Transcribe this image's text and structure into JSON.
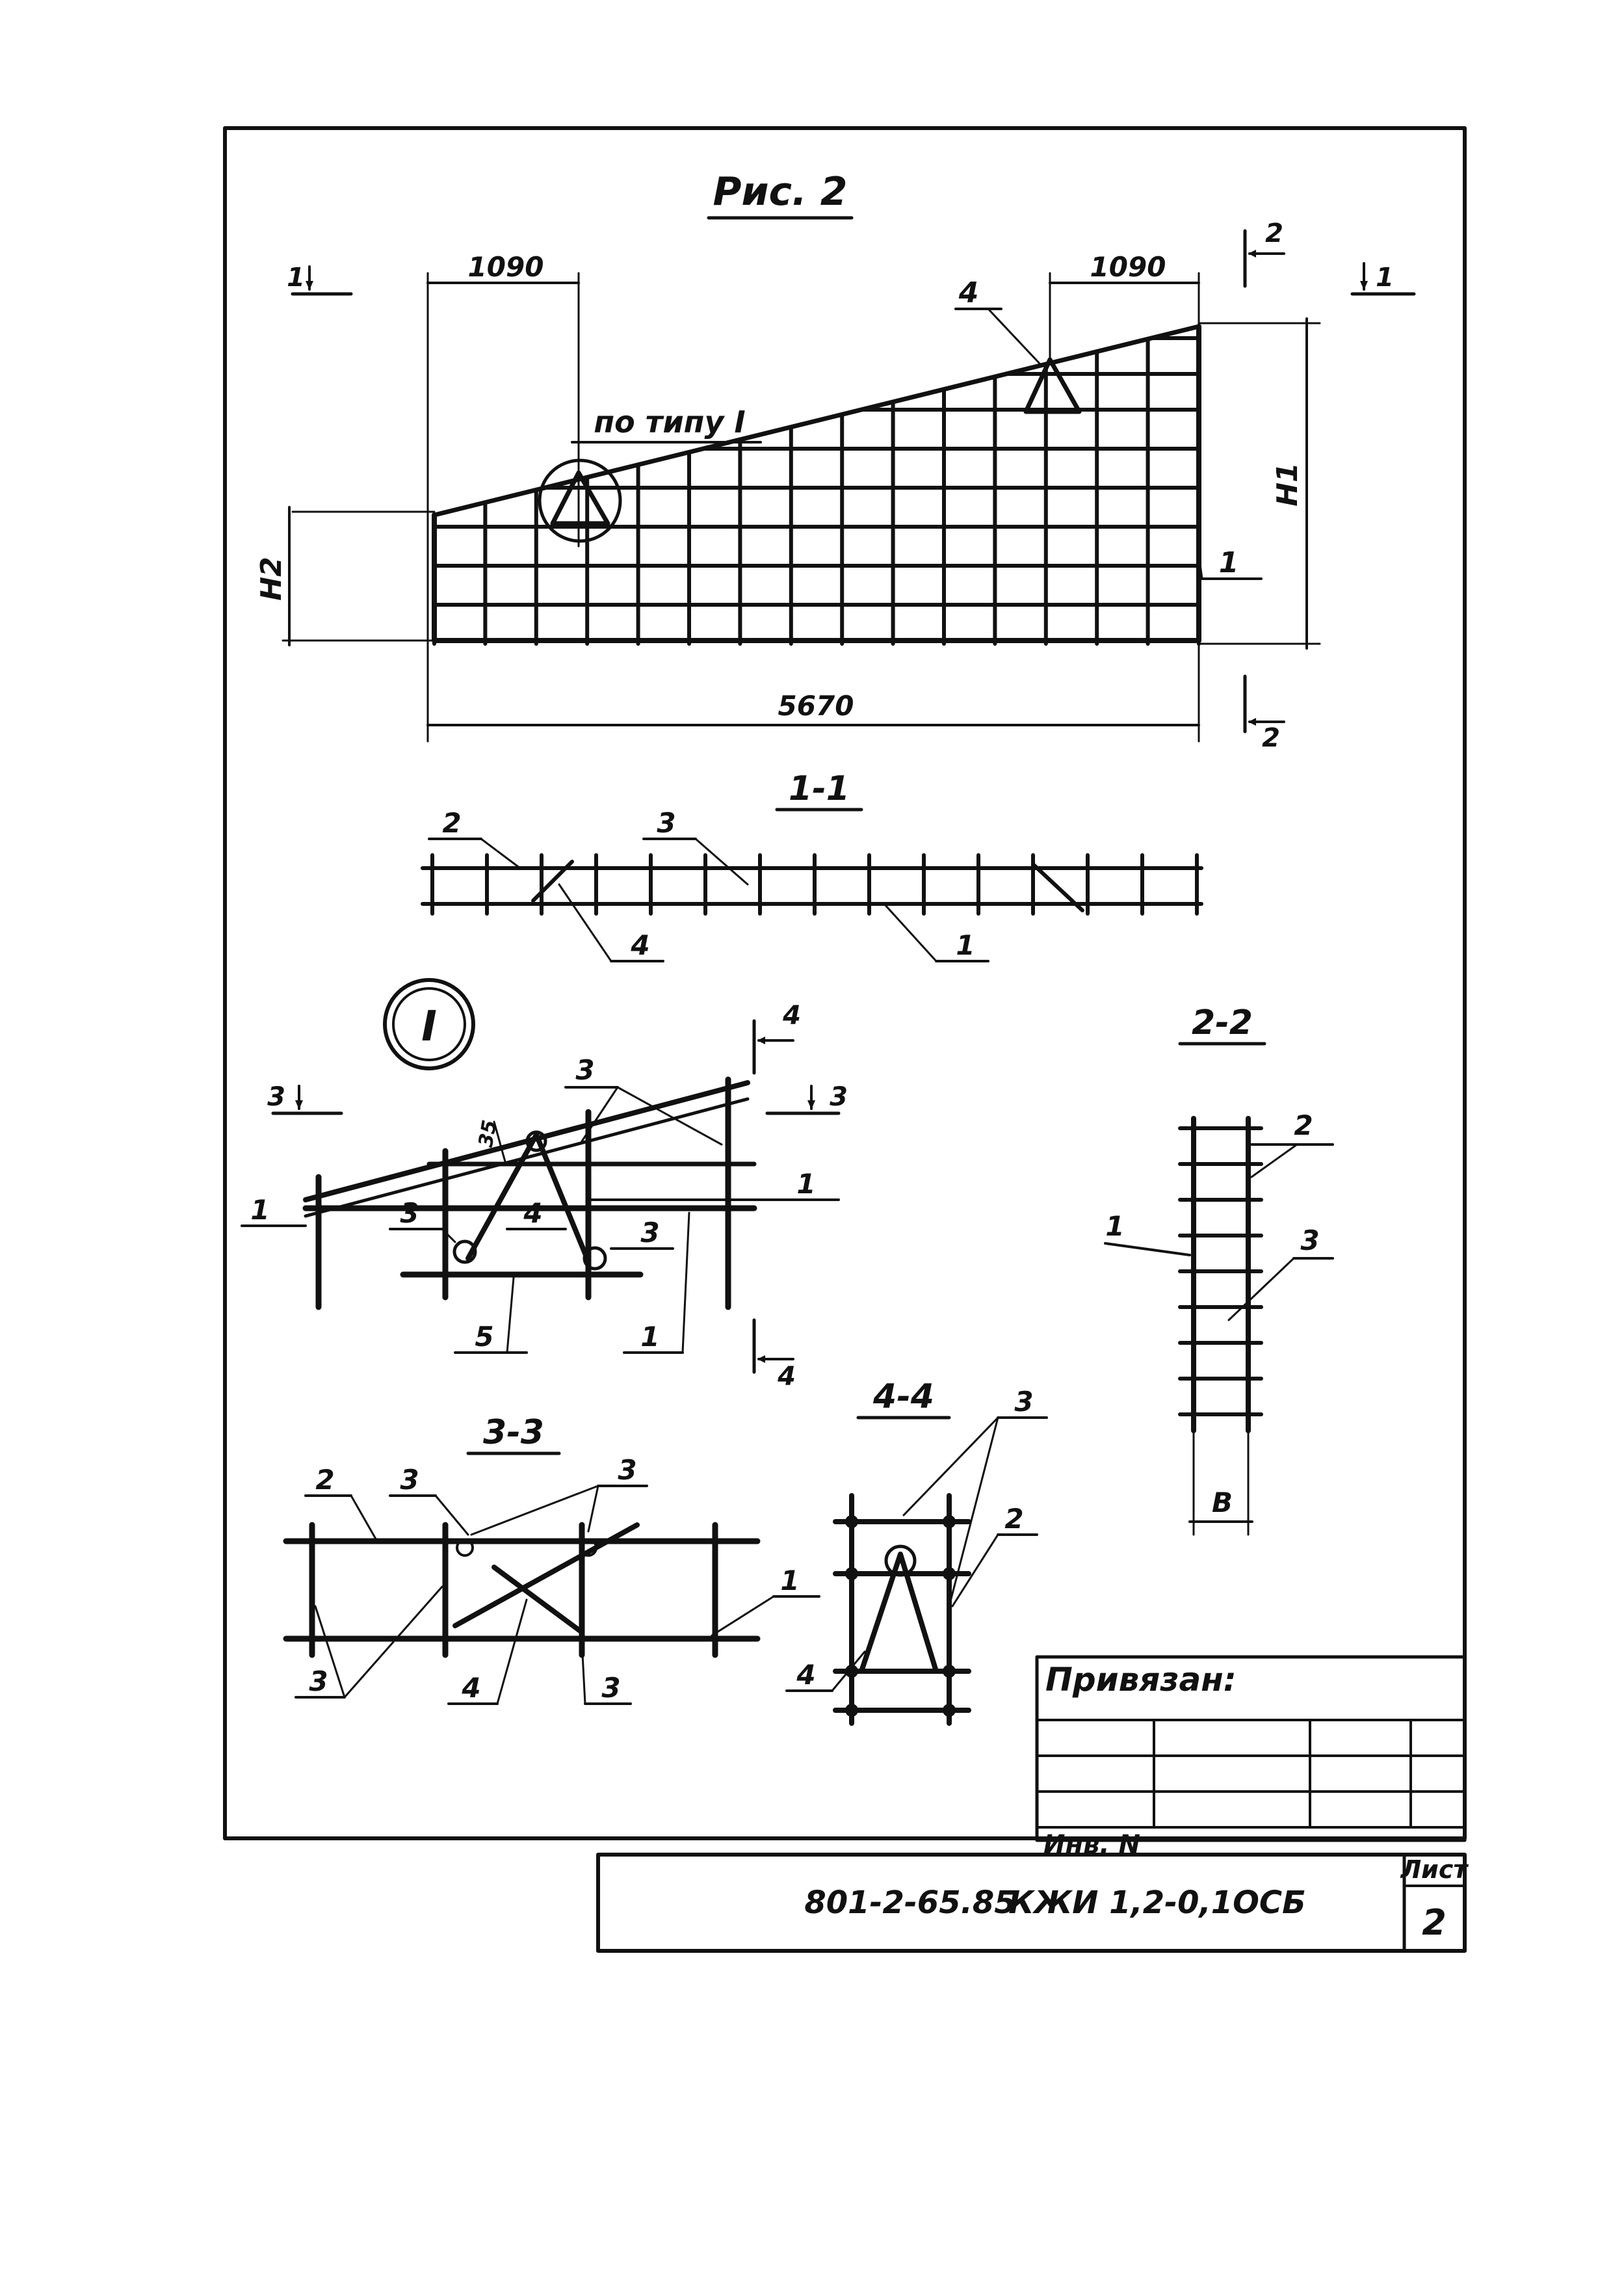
{
  "figure": {
    "title": "Рис. 2",
    "detail_ref": "по типу I"
  },
  "elevation": {
    "dim_left": "1090",
    "dim_right": "1090",
    "dim_total": "5670",
    "height_left": "H2",
    "height_right": "H1",
    "marks": {
      "pos1": "1",
      "pos4": "4"
    },
    "cut_1": {
      "num": "1"
    },
    "cut_2": {
      "num": "2"
    }
  },
  "section_1_1": {
    "title": "1-1",
    "labels": [
      "2",
      "3",
      "4",
      "1"
    ]
  },
  "section_2_2": {
    "title": "2-2",
    "labels": [
      "2",
      "1",
      "3"
    ],
    "dim": "B"
  },
  "detail_I": {
    "title": "I",
    "dim": "35",
    "labels": [
      "3",
      "1",
      "3",
      "4",
      "3",
      "1",
      "5",
      "1"
    ],
    "cut_3": {
      "num": "3"
    },
    "cut_4": {
      "num": "4"
    }
  },
  "section_3_3": {
    "title": "3-3",
    "labels": [
      "2",
      "3",
      "3",
      "1",
      "3",
      "4",
      "3"
    ]
  },
  "section_4_4": {
    "title": "4-4",
    "labels": [
      "3",
      "2",
      "4"
    ]
  },
  "title_block": {
    "tied_label": "Привязан:",
    "inv_label": "Инв. N",
    "code": "801-2-65.85",
    "designation": "КЖИ 1,2-0,1ОСБ",
    "sheet_label": "Лист",
    "sheet_number": "2"
  }
}
